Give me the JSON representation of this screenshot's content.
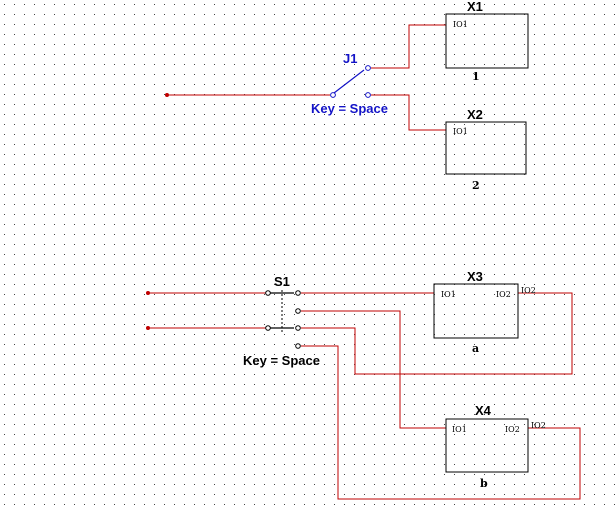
{
  "colors": {
    "wire": "#c00000",
    "active_label": "#1414c8",
    "passive_label": "#000000",
    "switch_blade_active": "#1414c8",
    "component_outline": "#000000",
    "grid_dot": "#444444",
    "background": "#ffffff"
  },
  "j1": {
    "name": "J1",
    "key": "Key = Space"
  },
  "s1": {
    "name": "S1",
    "key": "Key = Space"
  },
  "x1": {
    "name": "X1",
    "pin_in": "IO1",
    "sub": "1"
  },
  "x2": {
    "name": "X2",
    "pin_in": "IO1",
    "sub": "2"
  },
  "x3": {
    "name": "X3",
    "pin_in": "IO1",
    "pin_mid": "IO2",
    "pin_out": "IO2",
    "sub": "a"
  },
  "x4": {
    "name": "X4",
    "pin_in": "IO1",
    "pin_mid": "IO2",
    "pin_out": "IO2",
    "sub": "b"
  }
}
